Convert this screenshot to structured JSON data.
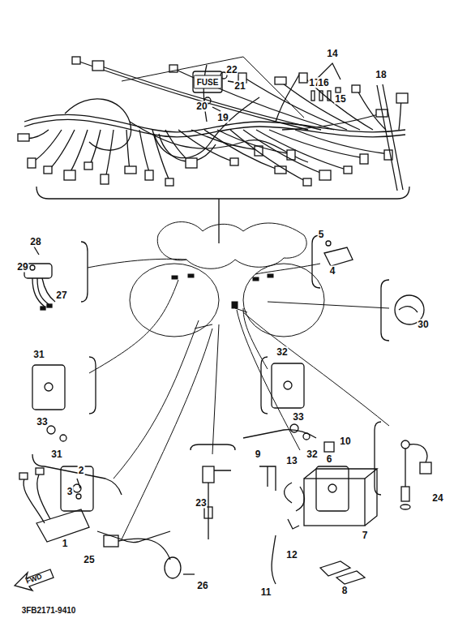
{
  "diagram": {
    "labels": [
      "22",
      "21",
      "FUSE",
      "17",
      "16",
      "14",
      "15",
      "20",
      "19",
      "18",
      "28",
      "5",
      "4",
      "29",
      "27",
      "30",
      "31",
      "32",
      "33",
      "31",
      "33",
      "32",
      "2",
      "10",
      "3",
      "9",
      "6",
      "13",
      "1",
      "23",
      "12",
      "7",
      "25",
      "26",
      "24",
      "11",
      "8",
      "FWD",
      "3FB2171-9410"
    ]
  }
}
